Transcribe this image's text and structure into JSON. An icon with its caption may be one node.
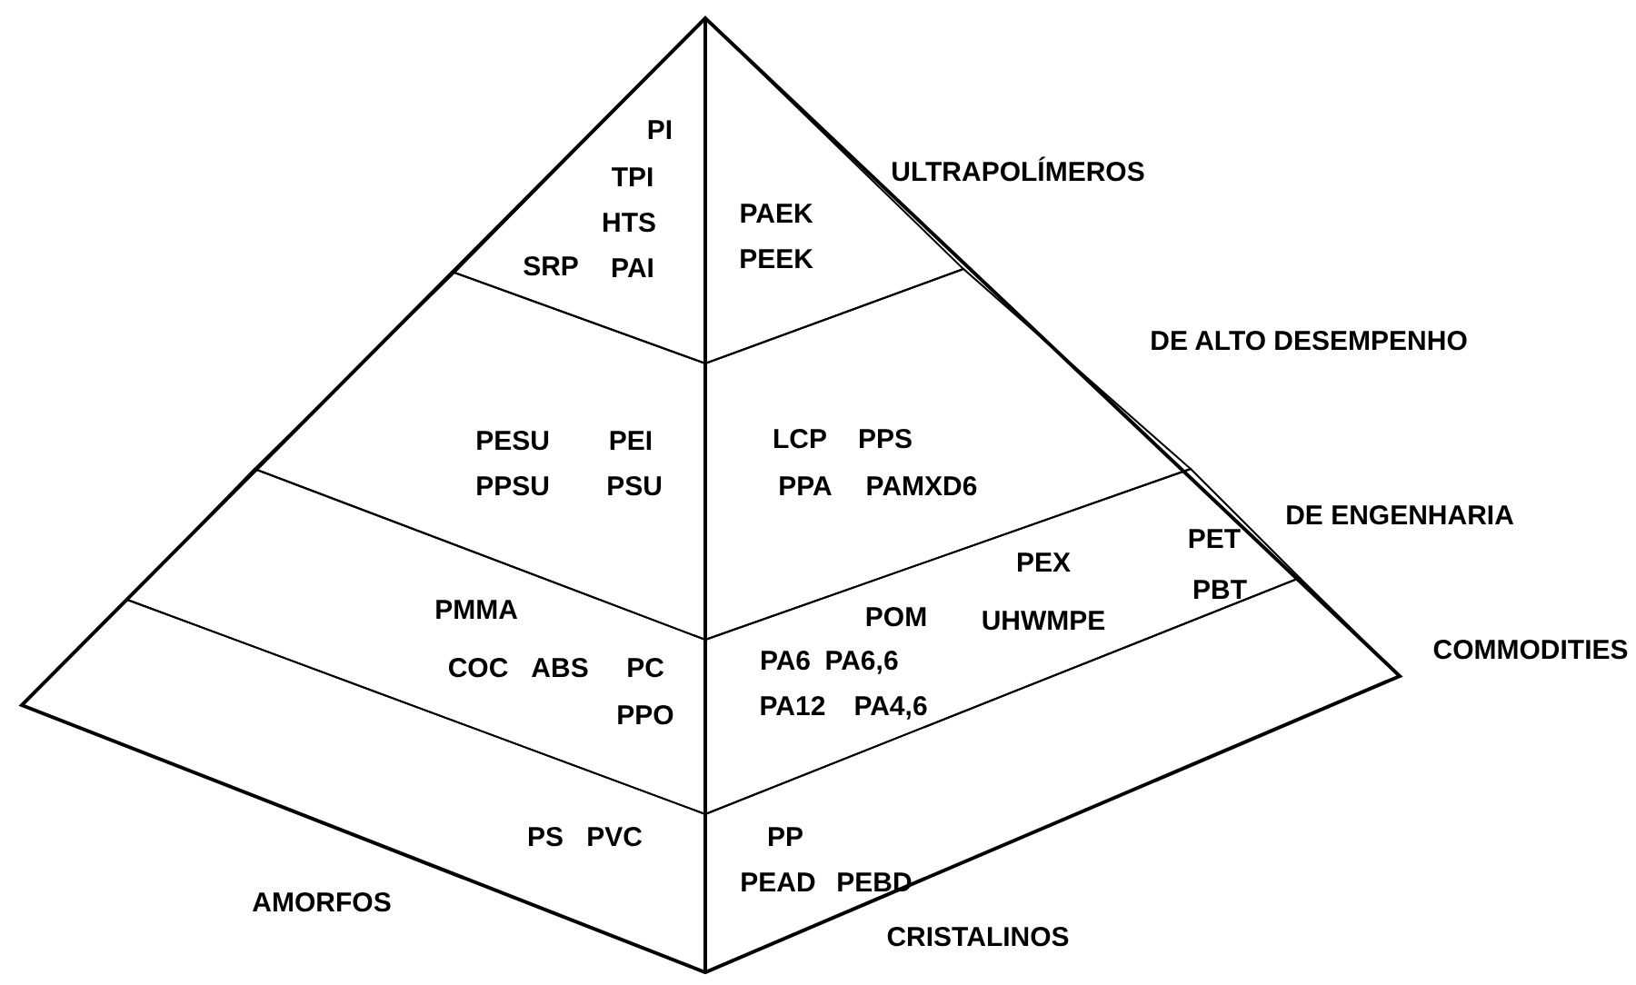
{
  "diagram": {
    "nodes": [
      {
        "text": [
          "PI",
          "TPI",
          "HTS",
          "SRP",
          "PAI"
        ]
      },
      {
        "text": [
          "PAEK",
          "PEEK"
        ]
      },
      {
        "text": [
          "PESU",
          "PEI",
          "PPSU",
          "PSU"
        ]
      },
      {
        "text": [
          "LCP",
          "PPS",
          "PPA",
          "PAMXD6"
        ]
      },
      {
        "text": [
          "PMMA",
          "COC",
          "ABS",
          "PC",
          "PPO"
        ]
      },
      {
        "text": [
          "PEX",
          "PET",
          "POM",
          "UHWMPE",
          "PBT",
          "PA6",
          "PA6,6",
          "PA12",
          "PA4,6"
        ]
      },
      {
        "text": [
          "PS",
          "PVC"
        ]
      },
      {
        "text": [
          "PP",
          "PEAD",
          "PEBD"
        ]
      }
    ],
    "labels": [
      "ULTRAPOLÍMEROS",
      "DE ALTO DESEMPENHO",
      "DE ENGENHARIA",
      "COMMODITIES",
      "AMORFOS",
      "CRISTALINOS"
    ]
  }
}
